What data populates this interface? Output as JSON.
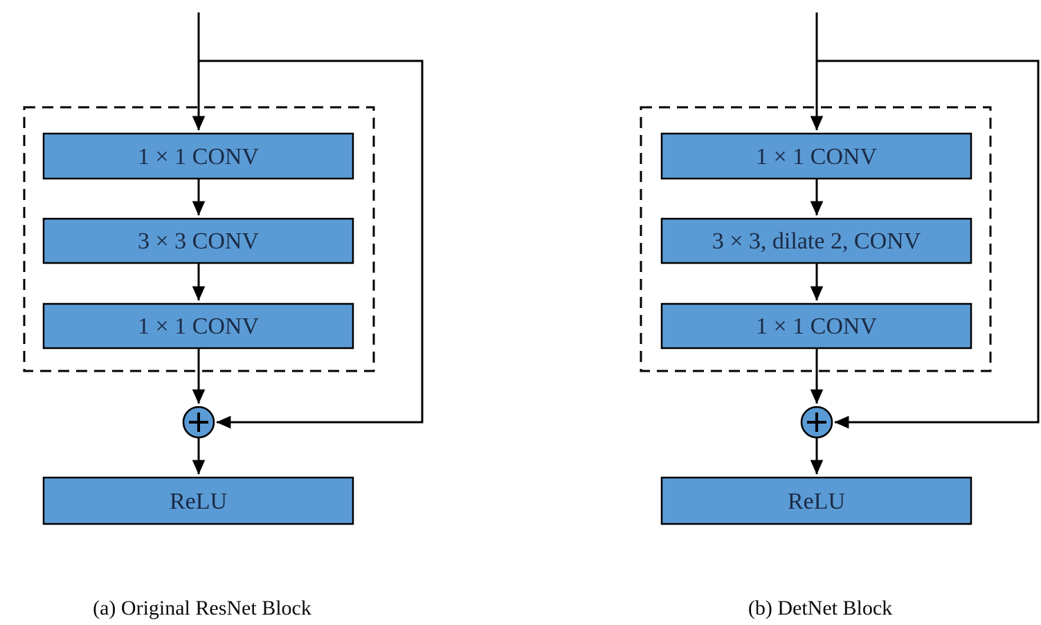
{
  "figure": {
    "background": "#ffffff",
    "colors": {
      "background": "#ffffff",
      "box_fill": "#5B9BD5",
      "box_border": "#000000",
      "box_text": "#1A2A45",
      "line": "#000000",
      "caption_text": "#0a0a0a"
    },
    "icons": {
      "merge": "plus-circle-icon",
      "arrows": "arrowhead-icon"
    },
    "diagrams": [
      {
        "caption": "(a) Original ResNet Block",
        "layers": [
          "1 × 1 CONV",
          "3 × 3 CONV",
          "1 × 1 CONV"
        ],
        "output": "ReLU"
      },
      {
        "caption": "(b) DetNet Block",
        "layers": [
          "1 × 1 CONV",
          "3 × 3, dilate 2, CONV",
          "1 × 1 CONV"
        ],
        "output": "ReLU"
      }
    ]
  }
}
